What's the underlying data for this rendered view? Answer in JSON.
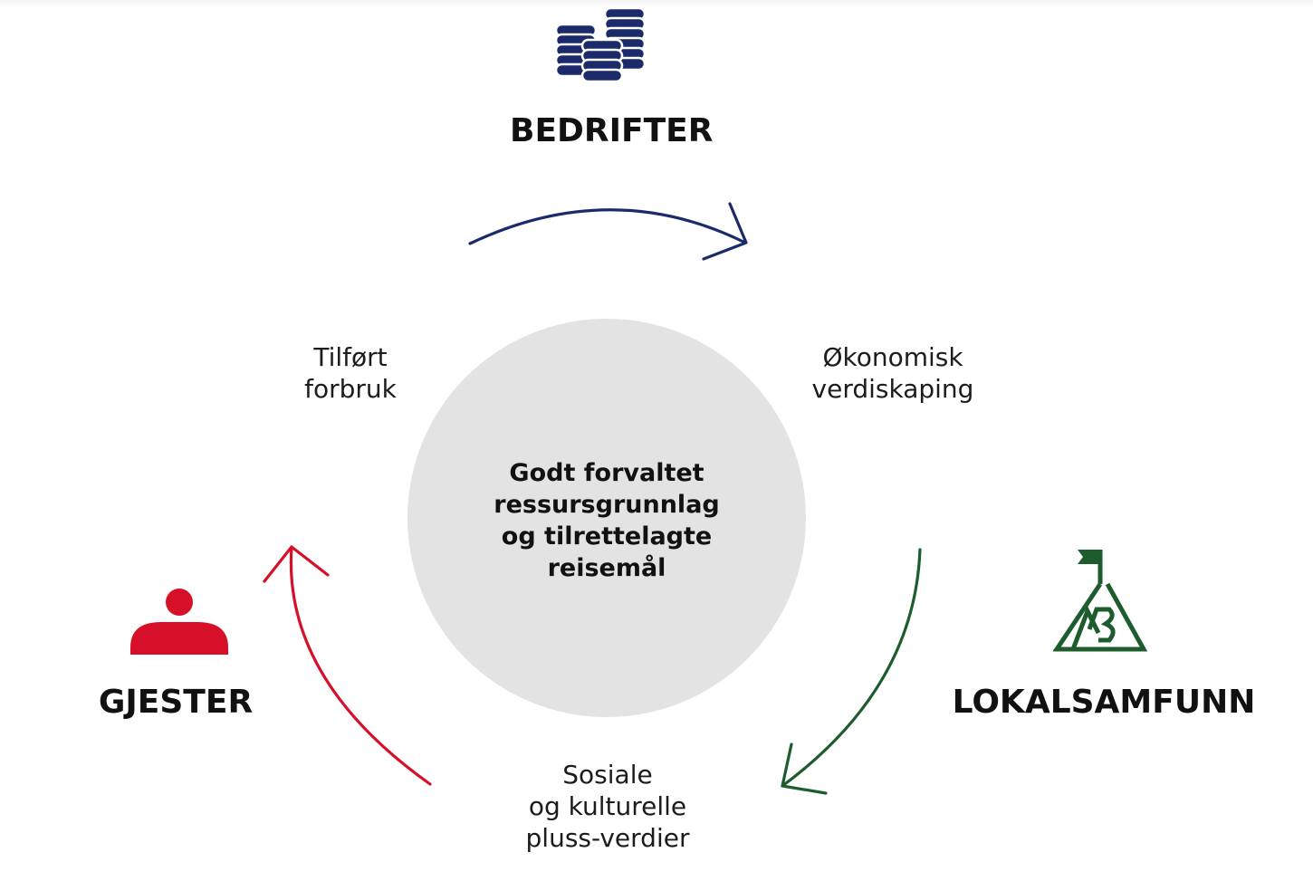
{
  "hub": {
    "lines": [
      "Godt forvaltet",
      "ressursgrunnlag",
      "og tilrettelagte",
      "reisemål"
    ]
  },
  "actors": {
    "bedrifter": {
      "label": "BEDRIFTER",
      "icon": "coins-stack-icon",
      "color": "#1b2a6b"
    },
    "gjester": {
      "label": "GJESTER",
      "icon": "person-icon",
      "color": "#d7102a"
    },
    "lokalsamfunn": {
      "label": "LOKALSAMFUNN",
      "icon": "mountain-flag-icon",
      "color": "#1d5c2c"
    }
  },
  "flows": {
    "tilfort": {
      "lines": [
        "Tilført",
        "forbruk"
      ]
    },
    "okonomisk": {
      "lines": [
        "Økonomisk",
        "verdiskaping"
      ]
    },
    "sosiale": {
      "lines": [
        "Sosiale",
        "og kulturelle",
        "pluss-verdier"
      ]
    }
  },
  "arrows": {
    "navy": "#1b2a6b",
    "green": "#1d5c2c",
    "red": "#d7102a"
  }
}
